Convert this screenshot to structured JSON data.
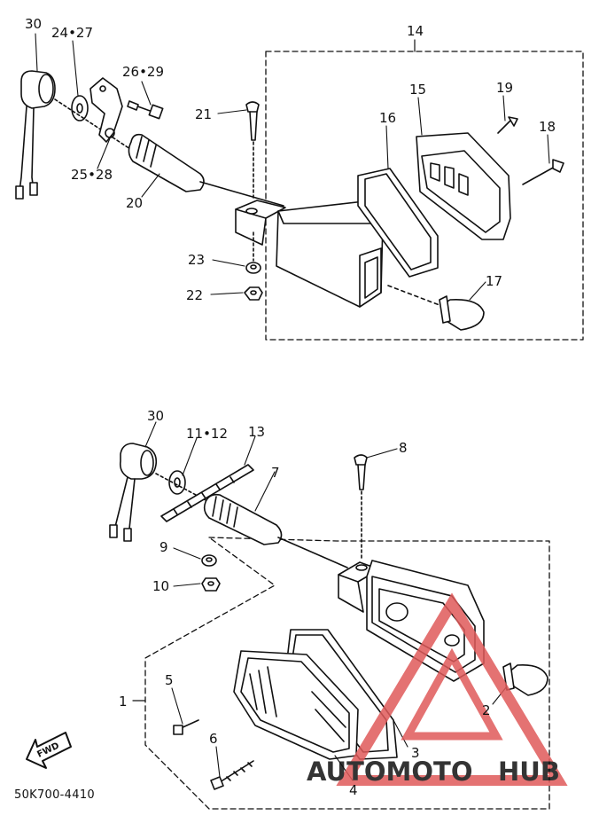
{
  "diagram": {
    "part_labels": {
      "p30a": "30",
      "p2427": "24•27",
      "p2629": "26•29",
      "p21": "21",
      "p14": "14",
      "p15": "15",
      "p19": "19",
      "p16": "16",
      "p18": "18",
      "p2528": "25•28",
      "p20": "20",
      "p23": "23",
      "p22": "22",
      "p17": "17",
      "p30b": "30",
      "p1112": "11•12",
      "p13": "13",
      "p8": "8",
      "p7": "7",
      "p9": "9",
      "p10": "10",
      "p1": "1",
      "p5": "5",
      "p2": "2",
      "p6": "6",
      "p3": "3",
      "p4": "4"
    },
    "fwd_label": "FWD",
    "catalog_code": "50K700-4410"
  },
  "watermark": {
    "text_orange": "AUTOMOTO",
    "text_gray": "HUB",
    "color_orange": "#f0a23c",
    "color_gray": "#7f7f7f",
    "color_triangle": "#e05a5a"
  }
}
